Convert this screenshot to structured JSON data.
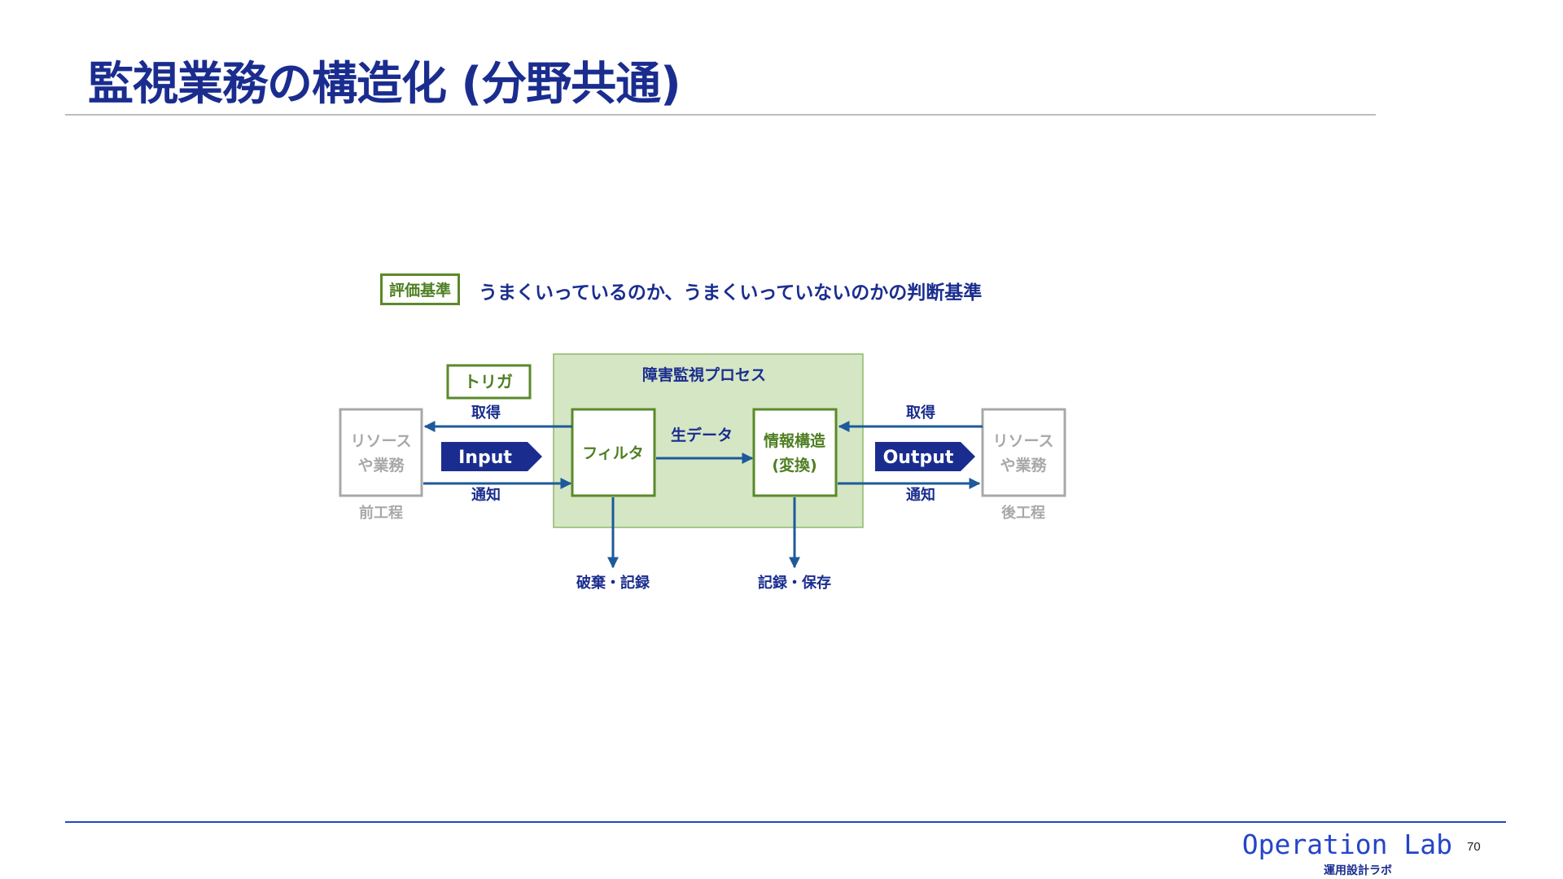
{
  "title": "監視業務の構造化 (分野共通)",
  "criteria": {
    "label": "評価基準",
    "text": "うまくいっているのか、うまくいっていないのかの判断基準"
  },
  "diagram": {
    "process_label": "障害監視プロセス",
    "trigger_label": "トリガ",
    "left_resource": {
      "line1": "リソース",
      "line2": "や業務",
      "caption": "前工程"
    },
    "right_resource": {
      "line1": "リソース",
      "line2": "や業務",
      "caption": "後工程"
    },
    "input_label": "Input",
    "output_label": "Output",
    "acquire_left": "取得",
    "notify_left": "通知",
    "acquire_right": "取得",
    "notify_right": "通知",
    "filter_label": "フィルタ",
    "raw_data_label": "生データ",
    "info_struct": {
      "line1": "情報構造",
      "line2": "(変換)"
    },
    "discard_label": "破棄・記録",
    "store_label": "記録・保存"
  },
  "footer": {
    "brand": "Operation Lab",
    "brand_sub": "運用設計ラボ",
    "page_number": "70"
  },
  "colors": {
    "navy": "#1a2d8f",
    "green_border": "#5a8a2a",
    "green_fill": "#d5e6c4",
    "arrow_blue": "#1d5a9a",
    "gray": "#a8a8a8"
  }
}
